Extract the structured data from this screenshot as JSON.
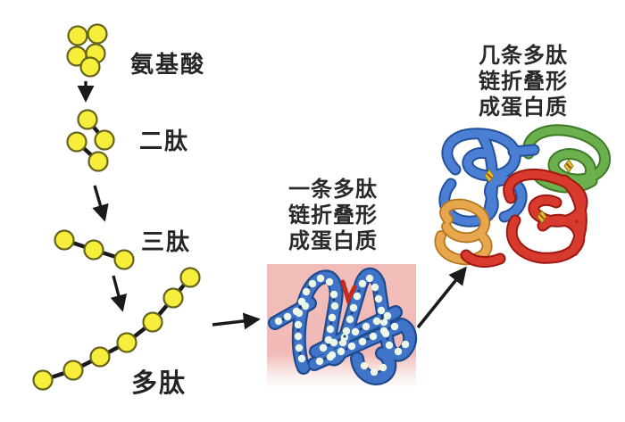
{
  "diagram": {
    "labels": {
      "amino_acid": "氨基酸",
      "dipeptide": "二肽",
      "tripeptide": "三肽",
      "polypeptide": "多肽",
      "single_chain": "一条多肽\n链折叠形\n成蛋白质",
      "multi_chain": "几条多肽\n链折叠形\n成蛋白质"
    },
    "molecules": {
      "amino_acid_count": 5,
      "dipeptide_pair_count": 2,
      "tripeptide_bead_count": 3,
      "polypeptide_bead_count": 7,
      "folded_protein_subunits": [
        "blue",
        "green",
        "red",
        "orange"
      ]
    },
    "icons": {
      "arrow_1": "down-arrow",
      "arrow_2": "down-right-arrow",
      "arrow_3": "down-right-arrow",
      "arrow_4": "right-arrow",
      "arrow_5": "up-right-arrow"
    },
    "colors": {
      "bead_yellow": "#f7ee3b",
      "bead_outline": "#64641e",
      "bond_black": "#1a1a1a",
      "photo_pink": "#f2bdb9",
      "tube_blue": "#3f74c9",
      "tube_blue_dark": "#1e4a8e",
      "tube_dot_pale": "#ecf7e8",
      "accent_red": "#c42b20",
      "subunit_blue": "#4a7fd4",
      "subunit_green": "#6cb04e",
      "subunit_red": "#d93a2e",
      "subunit_orange": "#e6a74f",
      "heme_yellow": "#d8c431",
      "text_dark": "#2a2a2a"
    }
  }
}
